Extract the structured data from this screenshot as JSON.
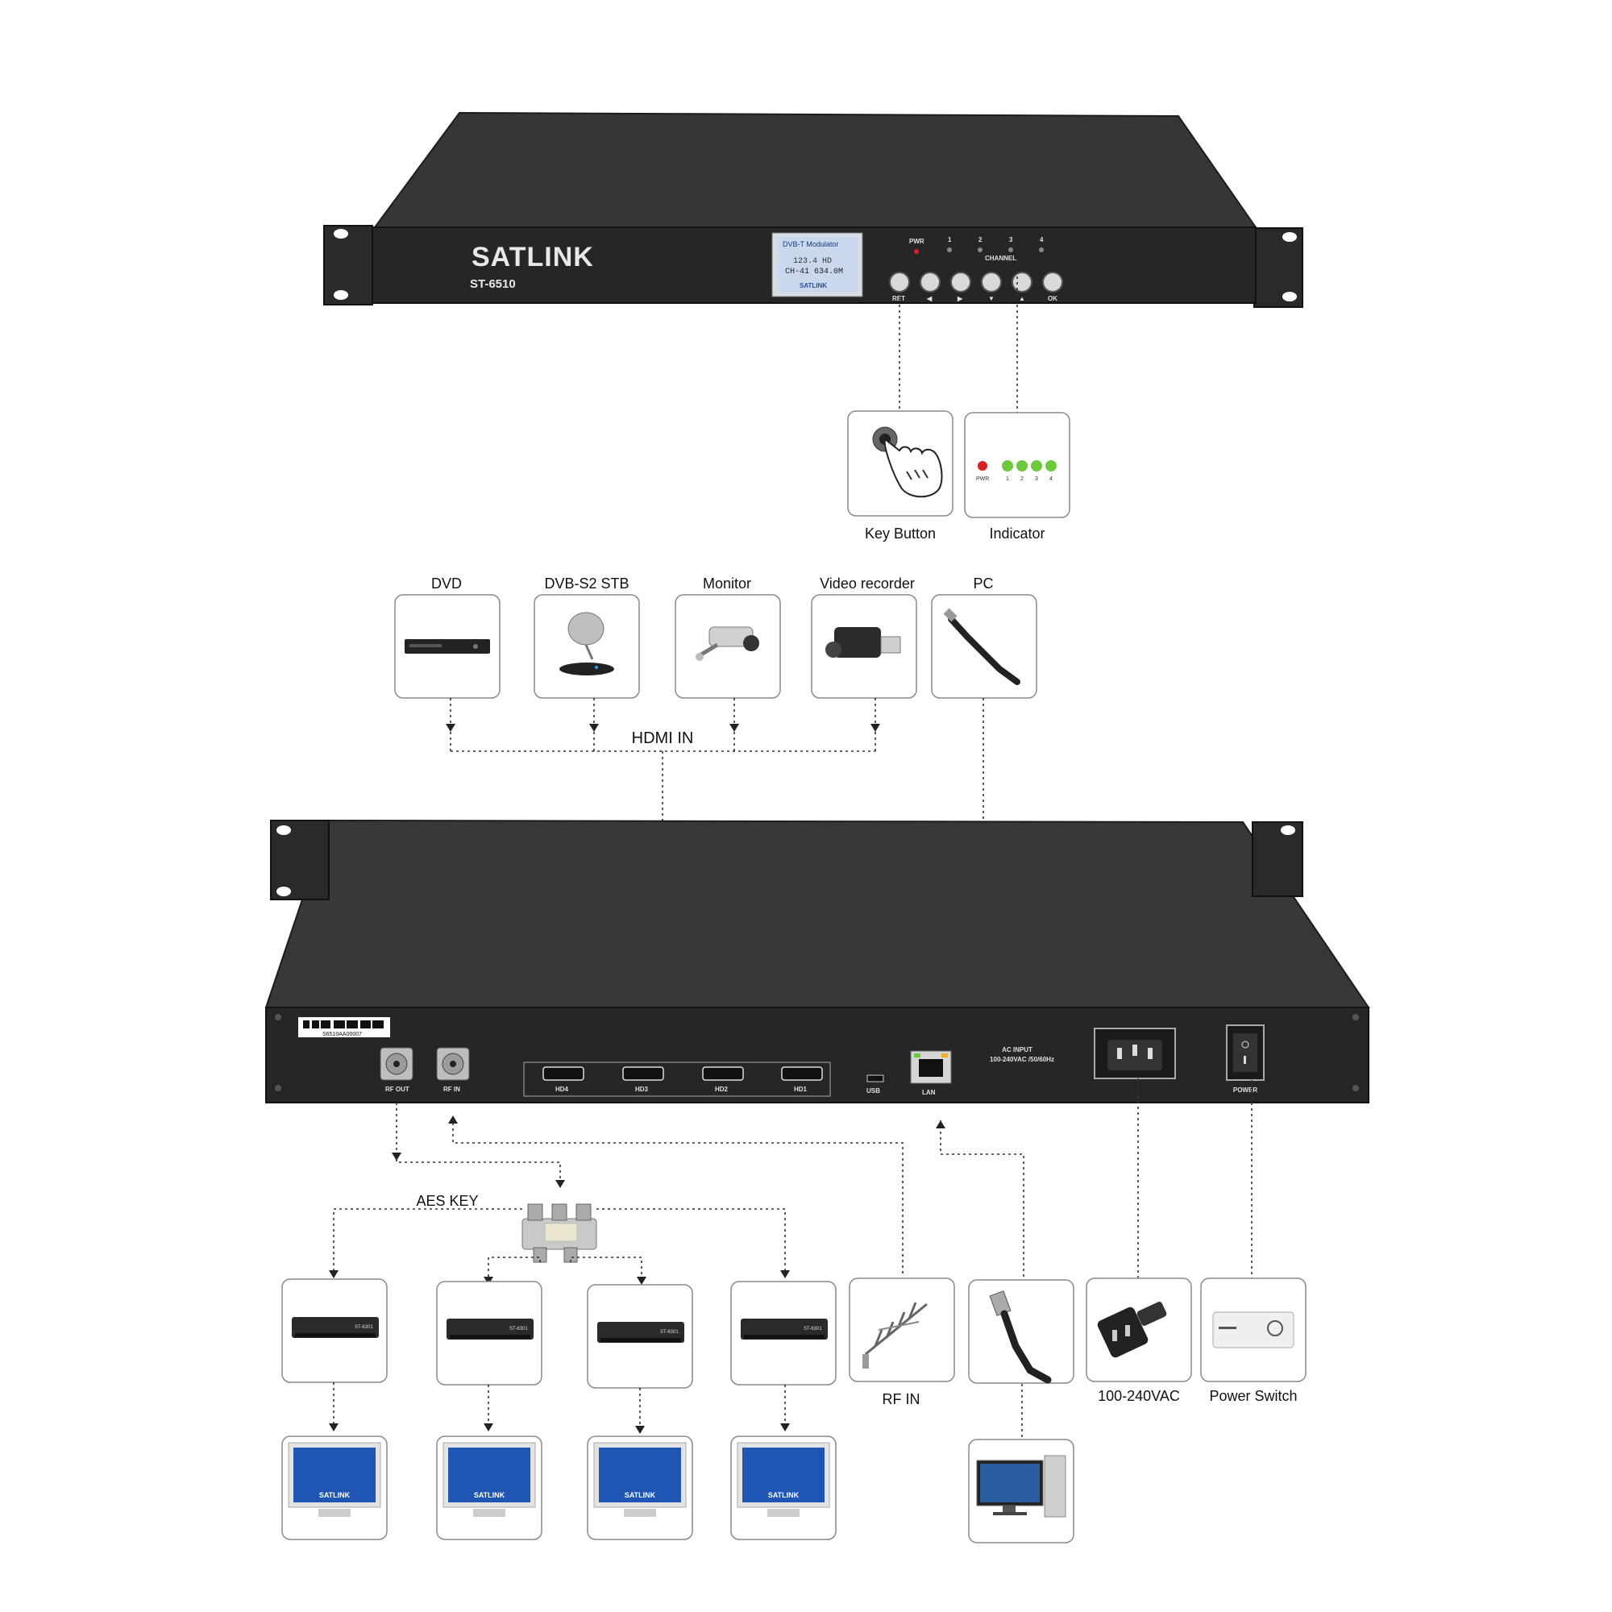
{
  "front_panel": {
    "brand": "SATLINK",
    "model": "ST-6510",
    "lcd_line1": "DVB-T Modulator",
    "lcd_line2": "123.4 HD",
    "lcd_line3": "CH-41 634.0M",
    "lcd_brand": "SATLINK",
    "pwr_label": "PWR",
    "channel_numbers": [
      "1",
      "2",
      "3",
      "4"
    ],
    "channel_label": "CHANNEL",
    "buttons": [
      "RET",
      "◀",
      "▶",
      "▼",
      "▲",
      "OK"
    ]
  },
  "features": {
    "key_button": "Key Button",
    "indicator": "Indicator",
    "indicator_pwr": "PWR",
    "indicator_nums": [
      "1",
      "2",
      "3",
      "4"
    ]
  },
  "sources": {
    "group_label": "HDMI IN",
    "items": [
      "DVD",
      "DVB-S2 STB",
      "Monitor",
      "Video recorder",
      "PC"
    ]
  },
  "rear_panel": {
    "serial": "S6510AA00007",
    "rf_out": "RF OUT",
    "rf_in": "RF IN",
    "hdmi_ports": [
      "HD4",
      "HD3",
      "HD2",
      "HD1"
    ],
    "usb": "USB",
    "lan": "LAN",
    "ac_title": "AC INPUT",
    "ac_spec": "100-240VAC /50/60Hz",
    "power": "POWER"
  },
  "outputs": {
    "aes_key": "AES KEY",
    "rf_in_label": "RF IN",
    "ac_label": "100-240VAC",
    "switch_label": "Power Switch",
    "stb_label": "ST-6301",
    "tv_brand": "SATLINK"
  },
  "colors": {
    "chassis": "#2b2b2b",
    "chassis_top": "#3a3a3a",
    "lcd": "#c9d8ec",
    "led_red": "#d92020",
    "led_green": "#6cc93c",
    "tv_screen": "#1f56b4"
  }
}
